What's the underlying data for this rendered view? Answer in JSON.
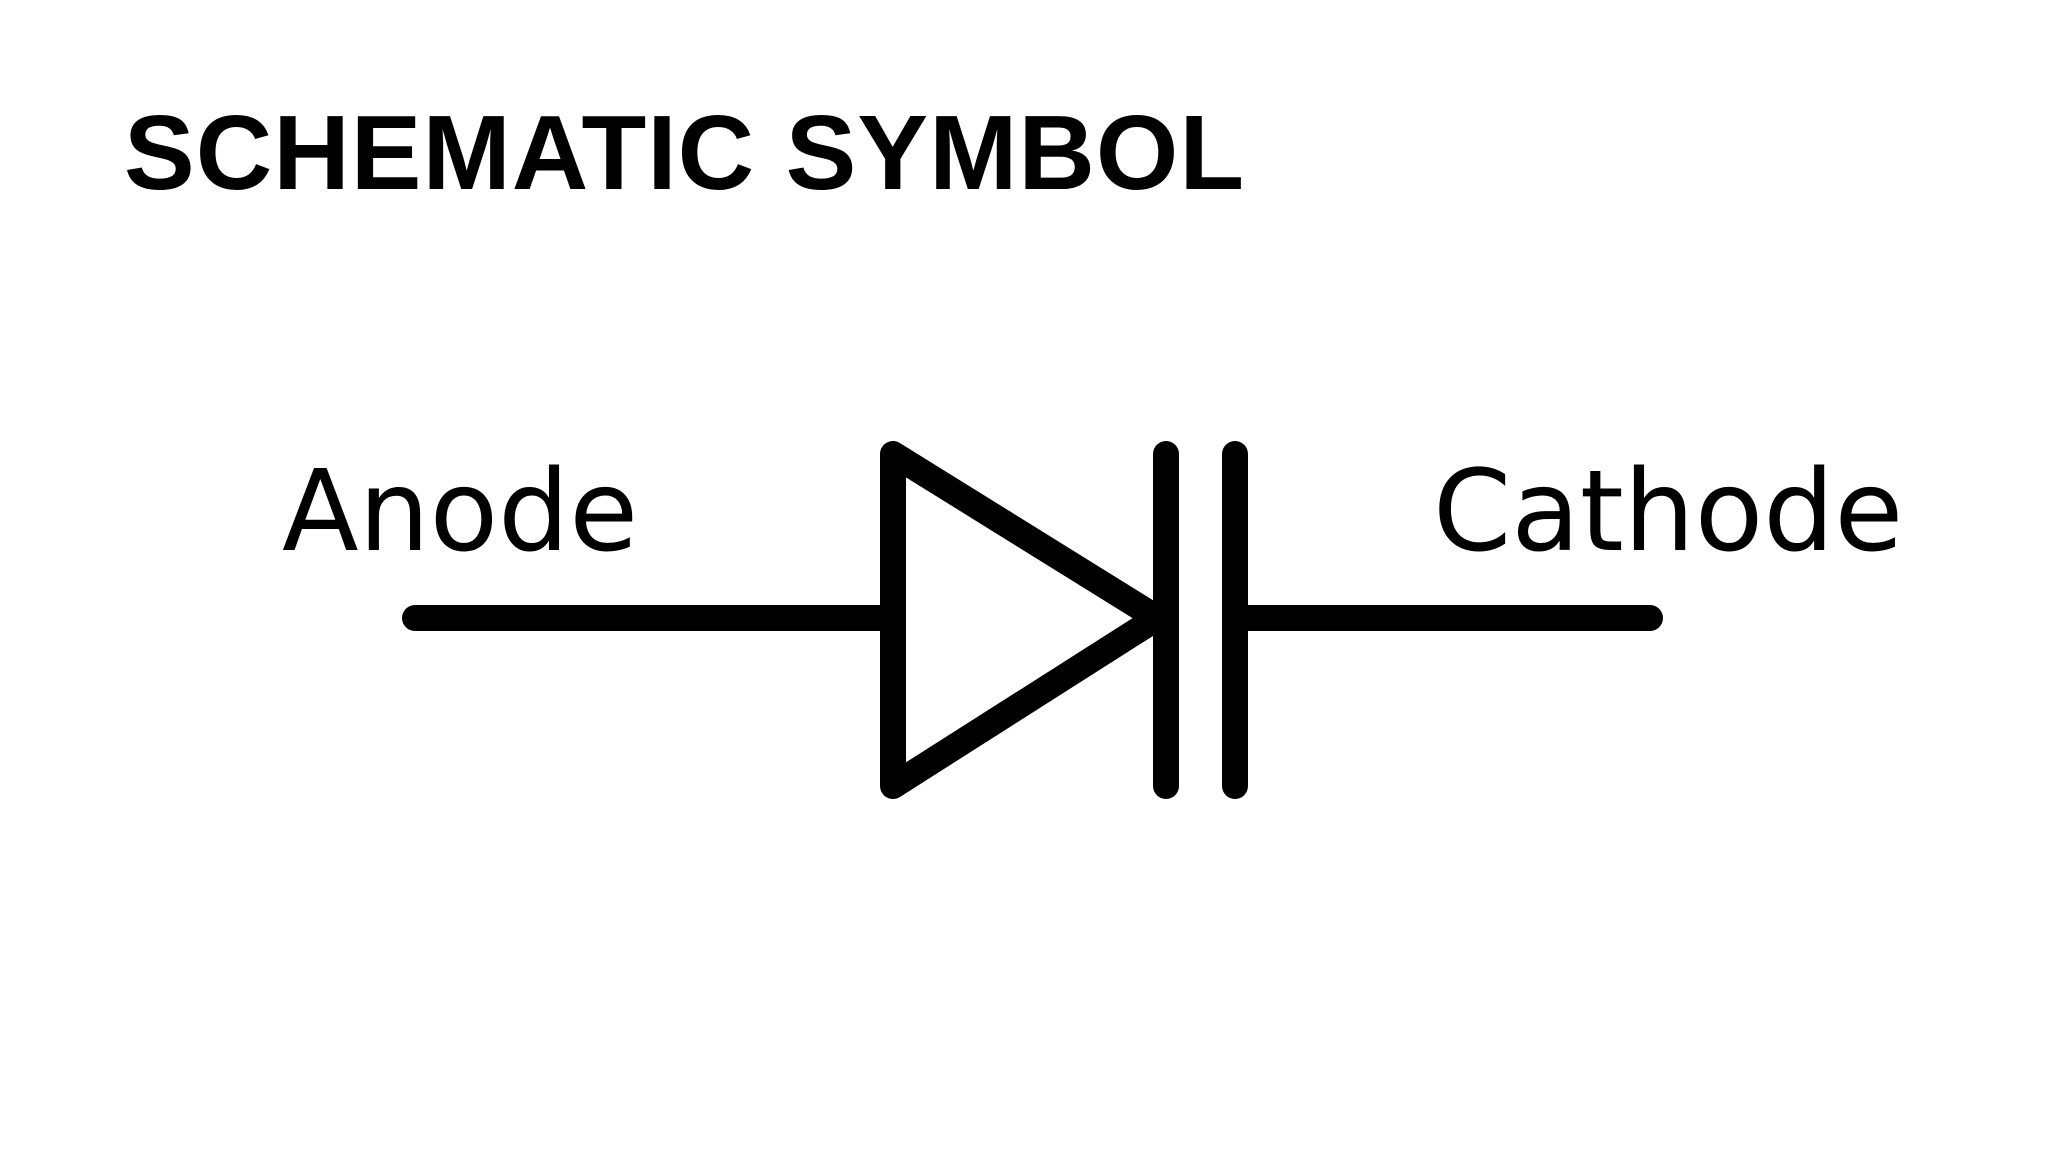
{
  "title": "SCHEMATIC SYMBOL",
  "labels": {
    "anode": "Anode",
    "cathode": "Cathode"
  },
  "colors": {
    "background": "#ffffff",
    "ink": "#000000"
  }
}
